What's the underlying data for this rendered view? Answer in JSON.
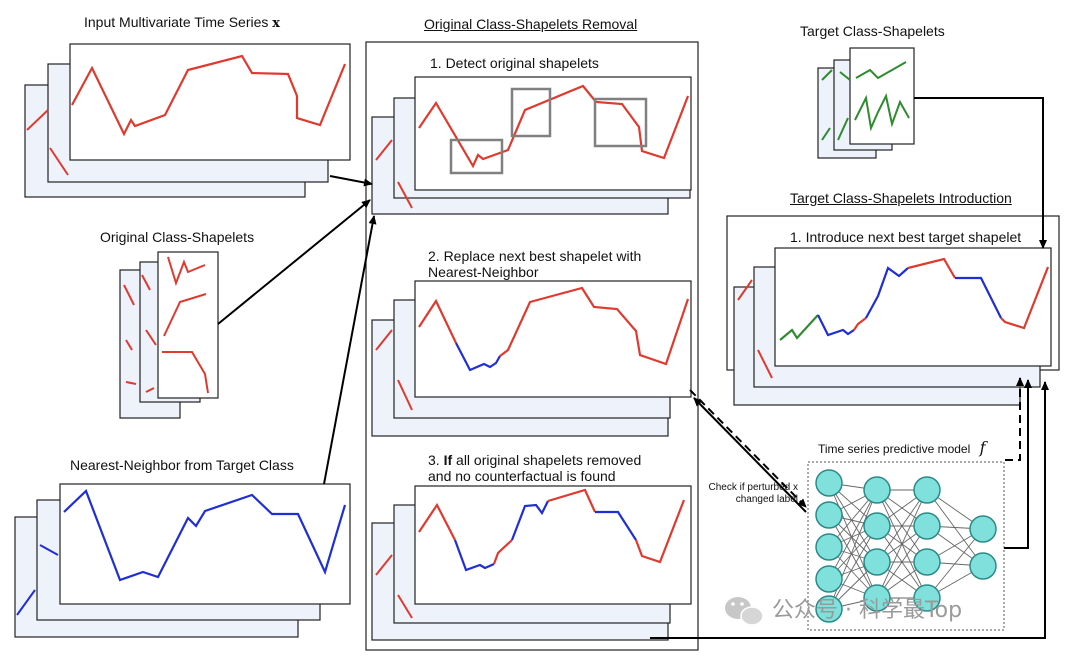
{
  "labels": {
    "input_series": "Input Multivariate Time Series",
    "input_symbol": "x",
    "original_removal_title": "Original Class-Shapelets Removal",
    "step1": "1. Detect original shapelets",
    "step2_line1": "2. Replace next best shapelet with",
    "step2_line2": "Nearest-Neighbor",
    "step3_if": "If",
    "step3_line1_rest": " all original shapelets removed",
    "step3_line2": "and no counterfactual is found",
    "step3_number": "3. ",
    "original_class_shapelets": "Original Class-Shapelets",
    "nearest_neighbor": "Nearest-Neighbor from Target Class",
    "target_class_shapelets": "Target Class-Shapelets",
    "target_intro_title": "Target Class-Shapelets Introduction",
    "intro_step1": "1. Introduce next best target shapelet",
    "predictive_model": "Time series predictive model",
    "model_symbol": "f",
    "check_text": "Check if perturbed x changed label",
    "watermark": "公众号 · 科学最Top"
  },
  "colors": {
    "red": "#e03a2f",
    "blue": "#1f2fd6",
    "green": "#2e8b2e",
    "node_fill": "#7fe0dc",
    "node_stroke": "#2a8a88",
    "panel_back": "#eef3fb",
    "box_grey": "#808080"
  },
  "icons": [
    "wechat-logo-icon"
  ]
}
